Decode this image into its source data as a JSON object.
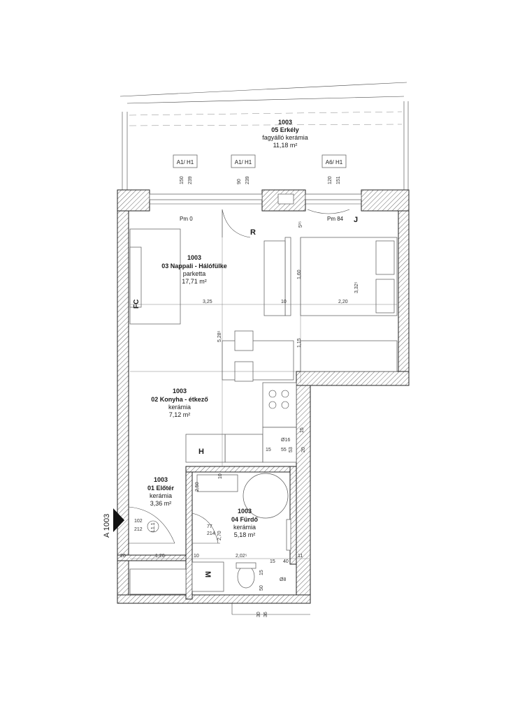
{
  "rooms": {
    "balcony": {
      "id": "1003",
      "name": "05 Erkély",
      "material": "fagyálló kerámia",
      "area": "11,18 m²"
    },
    "living": {
      "id": "1003",
      "name": "03 Nappali - Hálófülke",
      "material": "parketta",
      "area": "17,71 m²"
    },
    "kitchen": {
      "id": "1003",
      "name": "02 Konyha - étkező",
      "material": "kerámia",
      "area": "7,12 m²"
    },
    "hall": {
      "id": "1003",
      "name": "01 Előtér",
      "material": "kerámia",
      "area": "3,36 m²"
    },
    "bath": {
      "id": "1003",
      "name": "04 Fürdő",
      "material": "kerámia",
      "area": "5,18 m²"
    }
  },
  "windows": {
    "w1": "A1/ H1",
    "w2": "A1/ H1",
    "w3": "A6/ H1"
  },
  "window_dims": {
    "w1a": "150",
    "w1b": "239",
    "w2a": "90",
    "w2b": "239",
    "w3a": "120",
    "w3b": "151"
  },
  "marks": {
    "pm0": "Pm 0",
    "pm84": "Pm 84",
    "r": "R",
    "j": "J",
    "fc": "FC",
    "h": "H",
    "m": "M",
    "l11": "L1.1",
    "section": "A 1003"
  },
  "dims": {
    "d325": "3,25",
    "d10a": "10",
    "d220": "2,20",
    "d160": "1,60",
    "d332": "3,32⁵",
    "d528": "5,28⁵",
    "d115": "1,15",
    "d51": "5¹⁵",
    "d120": "1,20",
    "d20a": "20",
    "d10b": "10",
    "d202": "2,02⁵",
    "d15a": "15",
    "d40": "40",
    "d11": "11",
    "d102": "102",
    "d212": "212",
    "d77": "77",
    "d214": "214",
    "d270": "2,70",
    "dphi16": "Ø16",
    "d55": "55",
    "d53": "53",
    "d15b": "15",
    "d20b": "20",
    "d15c": "15",
    "d10c": "10",
    "d250": "2,50",
    "dphi8": "Ø8",
    "d15d": "15",
    "d50": "50",
    "d30": "30",
    "d36": "36"
  }
}
